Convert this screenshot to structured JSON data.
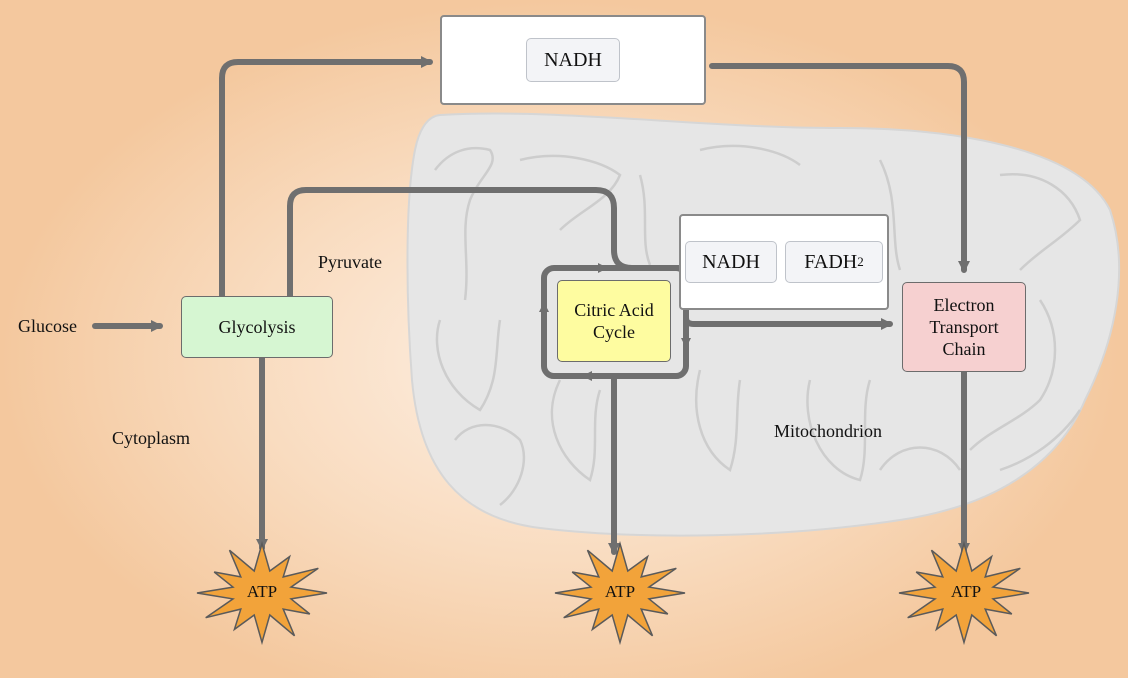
{
  "nodes": {
    "glucose": "Glucose",
    "glycolysis": "Glycolysis",
    "pyruvate": "Pyruvate",
    "cytoplasm": "Cytoplasm",
    "mitochondrion": "Mitochondrion",
    "citric_line1": "Citric Acid",
    "citric_line2": "Cycle",
    "etc_line1": "Electron",
    "etc_line2": "Transport",
    "etc_line3": "Chain"
  },
  "carriers": {
    "nadh_top": "NADH",
    "nadh_mid": "NADH",
    "fadh_base": "FADH",
    "fadh_sub": "2"
  },
  "products": {
    "atp_glycolysis": "ATP",
    "atp_citric": "ATP",
    "atp_etc": "ATP"
  },
  "colors": {
    "arrow": "#6f6f6f",
    "mitochondrion": "#e6e6e6",
    "atp_star": "#f2a33a",
    "glycolysis_fill": "#d6f6d2",
    "citric_fill": "#fefca0",
    "etc_fill": "#f6d0d0"
  }
}
